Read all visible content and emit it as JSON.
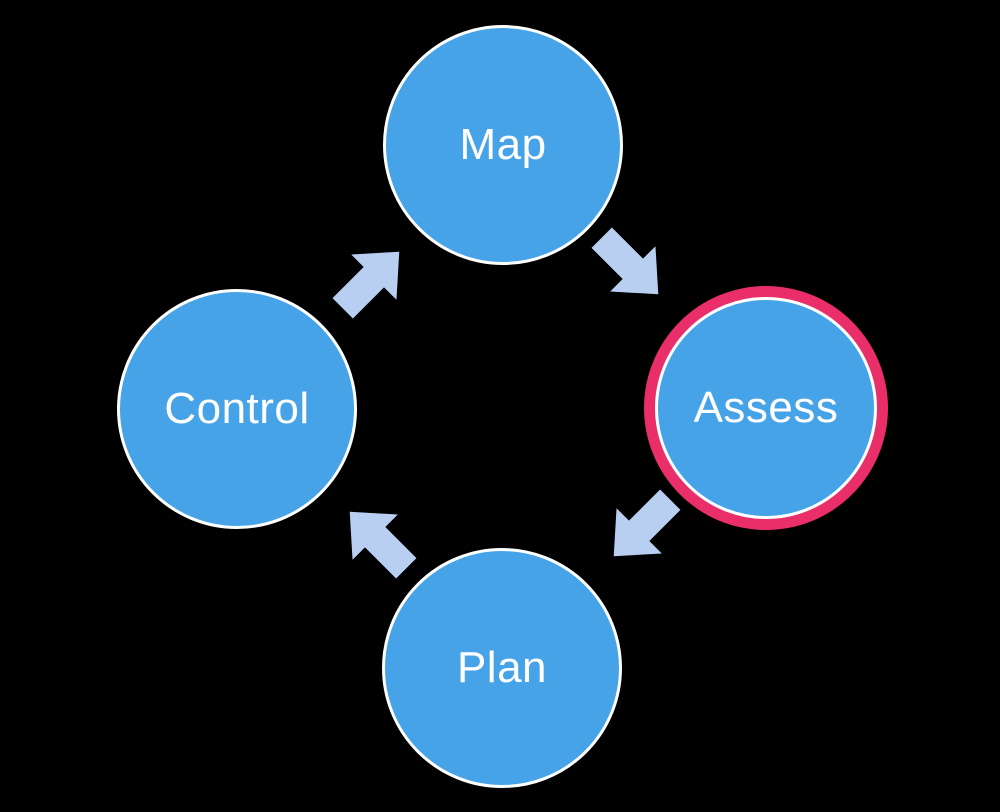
{
  "diagram": {
    "type": "cycle",
    "direction": "clockwise",
    "nodes": [
      {
        "id": "map",
        "label": "Map",
        "position": "top",
        "highlighted": false
      },
      {
        "id": "assess",
        "label": "Assess",
        "position": "right",
        "highlighted": true
      },
      {
        "id": "plan",
        "label": "Plan",
        "position": "bottom",
        "highlighted": false
      },
      {
        "id": "control",
        "label": "Control",
        "position": "left",
        "highlighted": false
      }
    ],
    "arrows": [
      {
        "from": "Map",
        "to": "Assess",
        "icon": "block-arrow-icon"
      },
      {
        "from": "Assess",
        "to": "Plan",
        "icon": "block-arrow-icon"
      },
      {
        "from": "Plan",
        "to": "Control",
        "icon": "block-arrow-icon"
      },
      {
        "from": "Control",
        "to": "Map",
        "icon": "block-arrow-icon"
      }
    ]
  },
  "colors": {
    "background": "#000000",
    "node_fill": "#47a3e8",
    "node_border": "#ffffff",
    "label_text": "#ffffff",
    "highlight_ring": "#e92e6a",
    "arrow_fill": "#b9cff2"
  }
}
